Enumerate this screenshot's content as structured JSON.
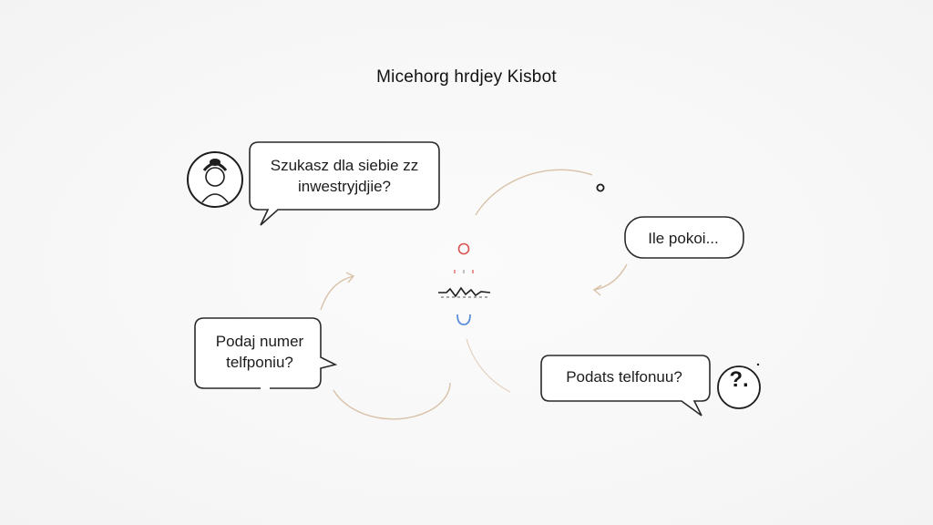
{
  "title": "Micehorg hrdjey Kisbot",
  "bubbles": {
    "q1": {
      "line1": "Szukasz dla siebie zz",
      "line2": "inwestryjdjie?"
    },
    "q2": {
      "line1": "Ile pokoi..."
    },
    "q3": {
      "line1": "Podaj numer",
      "line2": "telfponiu?"
    },
    "q4": {
      "line1": "Podats telfonuu?"
    }
  },
  "question_badge": "?.",
  "icons": {
    "avatar": "user-avatar-icon",
    "question": "question-mark-icon",
    "center": "bot-hub-icon"
  },
  "colors": {
    "stroke": "#2a2a2a",
    "arrow": "#d9c2a8",
    "hub_red": "#d9534f",
    "hub_blue": "#5b8fd9"
  }
}
